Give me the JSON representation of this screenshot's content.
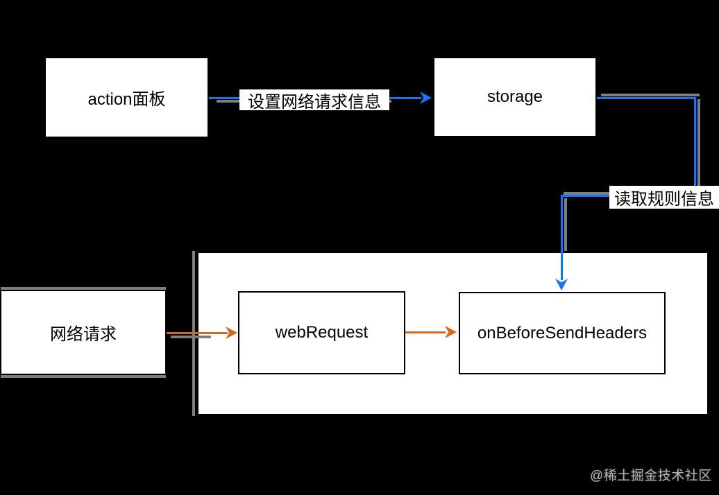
{
  "diagram": {
    "background": "#000000",
    "colors": {
      "edge_blue": "#1877f0",
      "edge_orange": "#d2691e",
      "edge_shadow_gray": "#7f7f7f",
      "node_fill": "#ffffff",
      "node_border": "#000000"
    },
    "nodes": {
      "action_panel": {
        "label": "action面板"
      },
      "storage": {
        "label": "storage"
      },
      "network_request": {
        "label": "网络请求"
      },
      "web_request": {
        "label": "webRequest"
      },
      "on_before_send_headers": {
        "label": "onBeforeSendHeaders"
      }
    },
    "edges": {
      "set_request_info": {
        "label": "设置网络请求信息",
        "from": "action_panel",
        "to": "storage",
        "color": "#1877f0"
      },
      "read_rule_info": {
        "label": "读取规则信息",
        "from": "storage",
        "to": "on_before_send_headers",
        "color": "#1877f0"
      },
      "network_to_webrequest": {
        "label": "",
        "from": "network_request",
        "to": "web_request",
        "color": "#d2691e"
      },
      "webrequest_to_onbefore": {
        "label": "",
        "from": "web_request",
        "to": "on_before_send_headers",
        "color": "#d2691e"
      }
    },
    "watermark": "@稀土掘金技术社区"
  }
}
